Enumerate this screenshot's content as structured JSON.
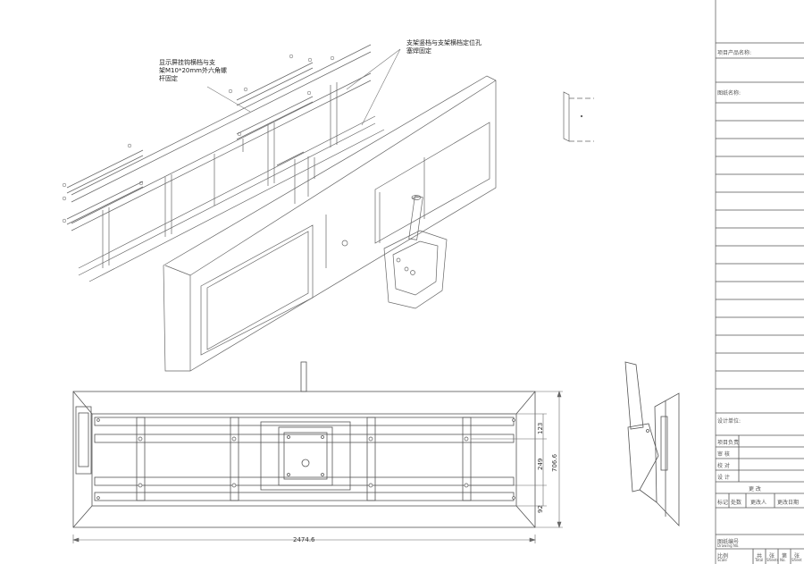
{
  "annotations": {
    "left_note": "显示屏挂钩横档与支\n架M10*20mm外六角螺\n杆固定",
    "right_note": "支架竖档与支架横档定位孔\n塞焊固定"
  },
  "dimensions": {
    "overall_width": "2474.6",
    "overall_height": "706.6",
    "top_gap": "123",
    "middle_gap": "249",
    "bottom_gap": "92"
  },
  "title_block": {
    "project_name": "项目产品名称:",
    "drawing_name": "图纸名称:",
    "design_unit": "设计单位:",
    "row_labels": [
      "项目负责",
      "审    核",
      "校    对",
      "设    计"
    ],
    "change_header": "更    改",
    "change_cols": [
      "标记",
      "处数",
      "更改人",
      "更改日期"
    ],
    "drawing_number": "图纸编号",
    "drawing_number_en": "Drawing No.",
    "scale": "比例",
    "scale_en": "Scale",
    "sheet_cols": [
      "共",
      "张",
      "第",
      "张"
    ],
    "sheet_cols_en": [
      "Total",
      "Sheets",
      "No.",
      "Sheet"
    ]
  }
}
